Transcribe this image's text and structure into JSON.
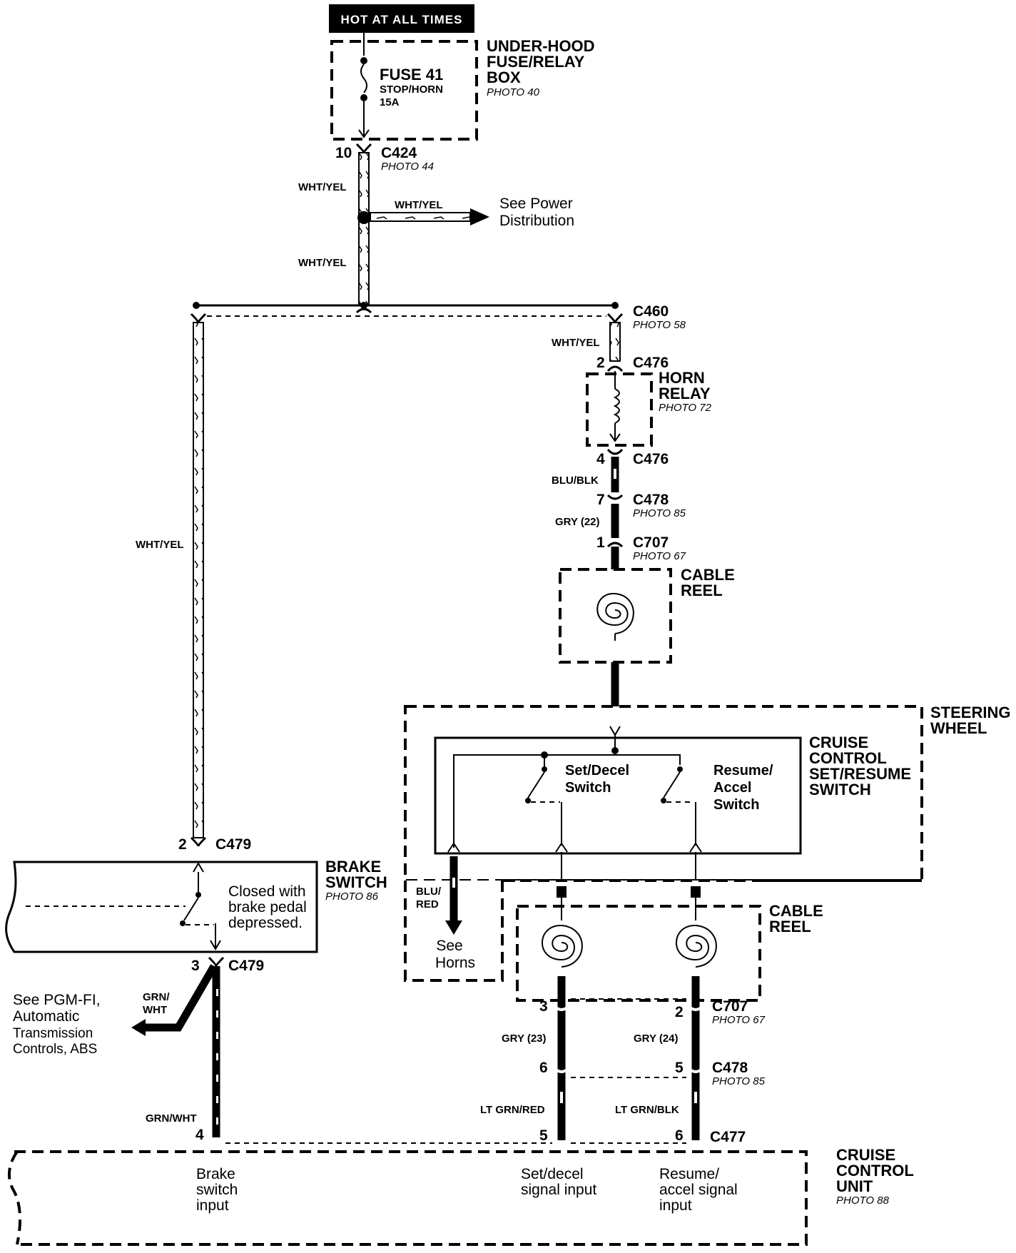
{
  "header": {
    "hot_label": "HOT AT ALL TIMES"
  },
  "fuse_box": {
    "title_lines": [
      "UNDER-HOOD",
      "FUSE/RELAY",
      "BOX"
    ],
    "photo": "PHOTO 40",
    "fuse_name": "FUSE 41",
    "fuse_desc": "STOP/HORN",
    "fuse_rating": "15A"
  },
  "connectors": {
    "c424": {
      "pin": "10",
      "name": "C424",
      "photo": "PHOTO 44"
    },
    "c460": {
      "name": "C460",
      "photo": "PHOTO 58"
    },
    "c476_top": {
      "pin": "2",
      "name": "C476"
    },
    "c476_bot": {
      "pin": "4",
      "name": "C476"
    },
    "c478_top": {
      "pin": "7",
      "name": "C478",
      "photo": "PHOTO 85"
    },
    "c707_top": {
      "pin": "1",
      "name": "C707",
      "photo": "PHOTO 67"
    },
    "c479_top": {
      "pin": "2",
      "name": "C479"
    },
    "c479_bot": {
      "pin": "3",
      "name": "C479"
    },
    "c707_bot": {
      "pin_left": "3",
      "pin_right": "2",
      "name": "C707",
      "photo": "PHOTO 67"
    },
    "c478_bot": {
      "pin_left": "6",
      "pin_right": "5",
      "name": "C478",
      "photo": "PHOTO 85"
    },
    "c477": {
      "pin_left": "5",
      "pin_right": "6",
      "name": "C477"
    },
    "brake_in": {
      "pin": "4"
    }
  },
  "wires": {
    "wht_yel": "WHT/YEL",
    "blu_blk": "BLU/BLK",
    "gry22": "GRY (22)",
    "gry23": "GRY (23)",
    "gry24": "GRY (24)",
    "blu_red_1": "BLU/",
    "blu_red_2": "RED",
    "grn_wht_1": "GRN/",
    "grn_wht_2": "WHT",
    "grn_wht": "GRN/WHT",
    "lt_grn_red": "LT GRN/RED",
    "lt_grn_blk": "LT GRN/BLK"
  },
  "power_dist": {
    "line1": "See Power",
    "line2": "Distribution"
  },
  "horn_relay": {
    "title_lines": [
      "HORN",
      "RELAY"
    ],
    "photo": "PHOTO 72"
  },
  "cable_reel_top": {
    "title_lines": [
      "CABLE",
      "REEL"
    ]
  },
  "cable_reel_bot": {
    "title_lines": [
      "CABLE",
      "REEL"
    ]
  },
  "steering_wheel": {
    "title_lines": [
      "STEERING",
      "WHEEL"
    ]
  },
  "cruise_switch": {
    "title_lines": [
      "CRUISE",
      "CONTROL",
      "SET/RESUME",
      "SWITCH"
    ],
    "set_lines": [
      "Set/Decel",
      "Switch"
    ],
    "resume_lines": [
      "Resume/",
      "Accel",
      "Switch"
    ]
  },
  "see_horns": {
    "line1": "See",
    "line2": "Horns"
  },
  "brake_switch": {
    "title_lines": [
      "BRAKE",
      "SWITCH"
    ],
    "photo": "PHOTO 86",
    "note_lines": [
      "Closed with",
      "brake pedal",
      "depressed."
    ]
  },
  "pgm_fi": {
    "lines": [
      "See PGM-FI,",
      "Automatic",
      "Transmission",
      "Controls, ABS"
    ]
  },
  "cruise_unit": {
    "title_lines": [
      "CRUISE",
      "CONTROL",
      "UNIT"
    ],
    "photo": "PHOTO 88",
    "brake_input": [
      "Brake",
      "switch",
      "input"
    ],
    "set_input": [
      "Set/decel",
      "signal input"
    ],
    "resume_input": [
      "Resume/",
      "accel signal",
      "input"
    ]
  }
}
